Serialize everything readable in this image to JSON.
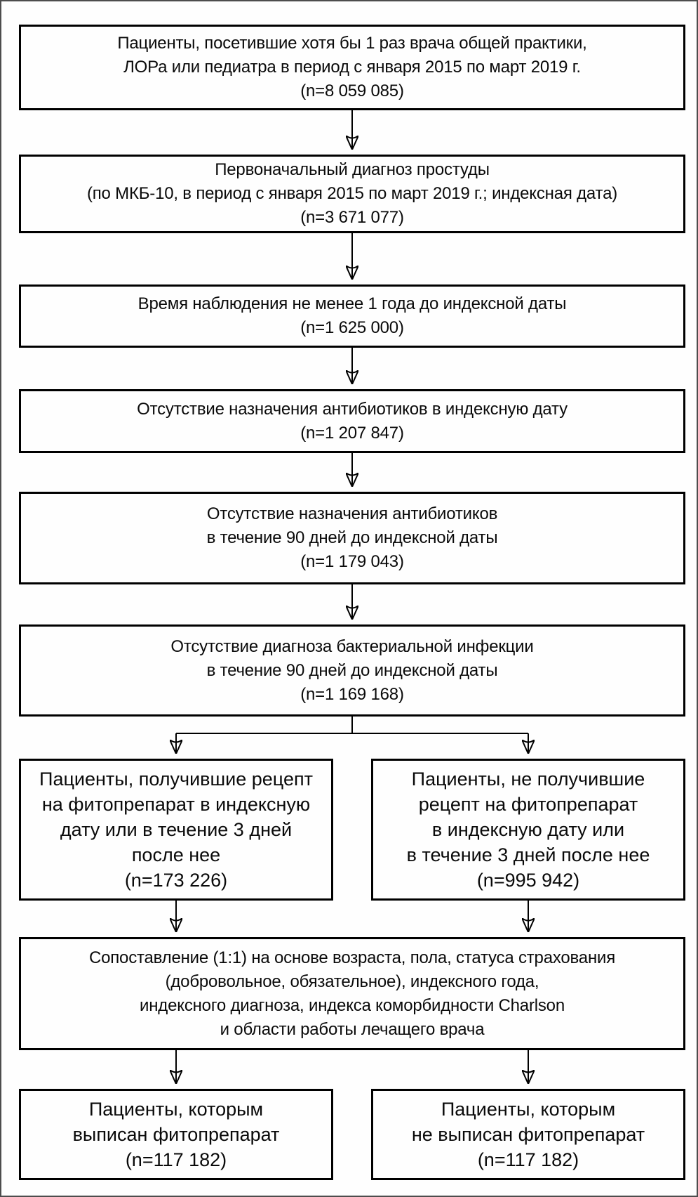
{
  "colors": {
    "background": "#fefefe",
    "box_border": "#000000",
    "outer_frame": "#4d4d4d",
    "text": "#0a0a0a"
  },
  "flowchart": {
    "boxes": {
      "initial_visits": {
        "text": "Пациенты, посетившие хотя бы 1 раз врача общей практики,\nЛОРа или педиатра в период с января 2015 по март 2019 г.",
        "n": "(n=8 059 085)"
      },
      "cold_diagnosis": {
        "text": "Первоначальный диагноз простуды\n(по МКБ-10, в период с января 2015 по март 2019 г.; индексная дата)",
        "n": "(n=3 671 077)"
      },
      "observation_period": {
        "text": "Время наблюдения не менее 1 года до индексной даты",
        "n": "(n=1 625 000)"
      },
      "no_antibiotics_index_date": {
        "text": "Отсутствие назначения антибиотиков в индексную дату",
        "n": "(n=1 207 847)"
      },
      "no_antibiotics_90_days": {
        "text": "Отсутствие назначения антибиотиков\nв течение 90 дней до индексной даты",
        "n": "(n=1 179 043)"
      },
      "no_bacterial_infection": {
        "text": "Отсутствие диагноза бактериальной инфекции\nв течение 90 дней до индексной даты",
        "n": "(n=1 169 168)"
      },
      "phyto_prescribed": {
        "text": "Пациенты, получившие рецепт\nна фитопрепарат в индексную\nдату или в течение 3 дней\nпосле нее",
        "n": "(n=173 226)"
      },
      "phyto_not_prescribed": {
        "text": "Пациенты, не получившие\nрецепт на фитопрепарат\nв индексную дату или\nв течение 3 дней после нее",
        "n": "(n=995 942)"
      },
      "matching": {
        "text": "Сопоставление (1:1) на основе возраста, пола, статуса страхования\n(добровольное, обязательное), индексного года,\nиндексного диагноза, индекса коморбидности Charlson\nи области работы лечащего врача"
      },
      "matched_phyto": {
        "text": "Пациенты, которым\nвыписан фитопрепарат",
        "n": "(n=117 182)"
      },
      "matched_no_phyto": {
        "text": "Пациенты, которым\nне выписан фитопрепарат",
        "n": "(n=117 182)"
      }
    }
  }
}
